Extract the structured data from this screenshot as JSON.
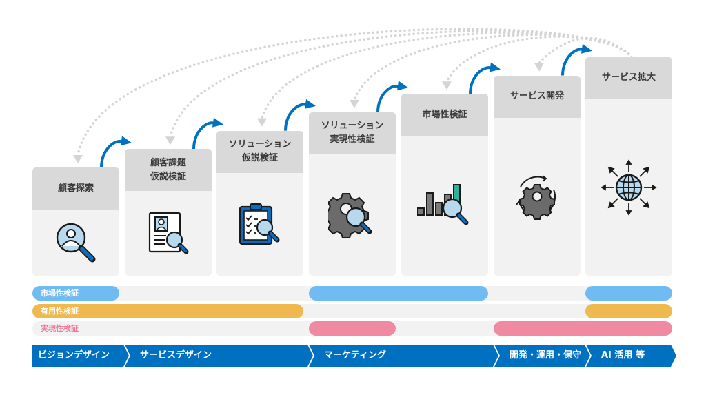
{
  "colors": {
    "card_header": "#d9d9d9",
    "card_body": "#f2f2f2",
    "accent_blue": "#0070c0",
    "market": "#6fbbf2",
    "usefulness": "#efb94f",
    "feasibility": "#f08aa3",
    "feasibility_label": "#ee7a98",
    "dotted": "#d4d4d4"
  },
  "stages": [
    {
      "title": "顧客探索",
      "icon": "customer-search-icon"
    },
    {
      "title": "顧客課題\n仮説検証",
      "icon": "profile-document-search-icon"
    },
    {
      "title": "ソリューション\n仮説検証",
      "icon": "clipboard-checklist-search-icon"
    },
    {
      "title": "ソリューション\n実現性検証",
      "icon": "gear-search-icon"
    },
    {
      "title": "市場性検証",
      "icon": "bar-chart-search-icon"
    },
    {
      "title": "サービス開発",
      "icon": "gear-cycle-icon"
    },
    {
      "title": "サービス拡大",
      "icon": "globe-expand-icon"
    }
  ],
  "validation_tracks": [
    {
      "label": "市場性検証",
      "label_color": "#ffffff",
      "color": "#6fbbf2",
      "spans_stages": [
        [
          1,
          1
        ],
        [
          4,
          5
        ],
        [
          7,
          7
        ]
      ]
    },
    {
      "label": "有用性検証",
      "label_color": "#ffffff",
      "color": "#efb94f",
      "spans_stages": [
        [
          1,
          3
        ],
        [
          7,
          7
        ]
      ]
    },
    {
      "label": "実現性検証",
      "label_color": "#ee7a98",
      "color": "#f08aa3",
      "spans_stages": [
        [
          4,
          4
        ],
        [
          6,
          7
        ]
      ]
    }
  ],
  "phases": [
    {
      "label": "ビジョンデザイン",
      "from_stage": 1,
      "to_stage": 1
    },
    {
      "label": "サービスデザイン",
      "from_stage": 2,
      "to_stage": 3
    },
    {
      "label": "マーケティング",
      "from_stage": 4,
      "to_stage": 5
    },
    {
      "label": "開発・運用・保守",
      "from_stage": 6,
      "to_stage": 6
    },
    {
      "label": "AI 活用 等",
      "from_stage": 7,
      "to_stage": 7
    }
  ],
  "flow": {
    "forward_arrows": "each stage → next stage",
    "feedback_arrows": "サービス拡大 → each earlier stage (dotted)"
  }
}
